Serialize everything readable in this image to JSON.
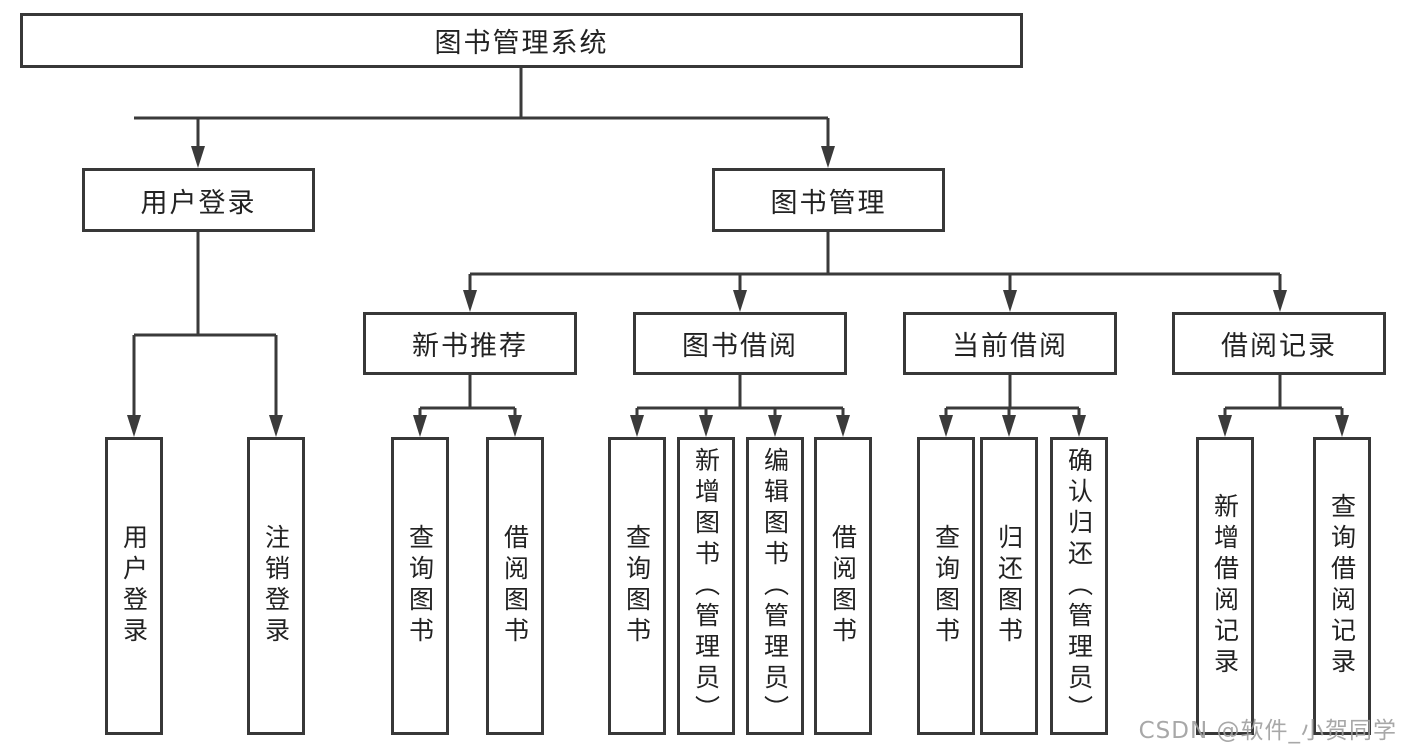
{
  "diagram": {
    "title": "图书管理系统",
    "level2": {
      "user_login": "用户登录",
      "book_mgmt": "图书管理"
    },
    "level3": {
      "new_books": "新书推荐",
      "borrowing": "图书借阅",
      "current": "当前借阅",
      "records": "借阅记录"
    },
    "leaves": {
      "user_login": [
        "用户登录",
        "注销登录"
      ],
      "new_books": [
        "查询图书",
        "借阅图书"
      ],
      "borrowing": [
        "查询图书",
        "新增图书（管理员）",
        "编辑图书（管理员）",
        "借阅图书"
      ],
      "current": [
        "查询图书",
        "归还图书",
        "确认归还（管理员）"
      ],
      "records": [
        "新增借阅记录",
        "查询借阅记录"
      ]
    },
    "watermark": "CSDN @软件_小贺同学",
    "colors": {
      "line": "#3a3a3a",
      "border": "#383838",
      "text": "#222222",
      "watermark": "#9e9e9e",
      "background": "#ffffff"
    }
  }
}
